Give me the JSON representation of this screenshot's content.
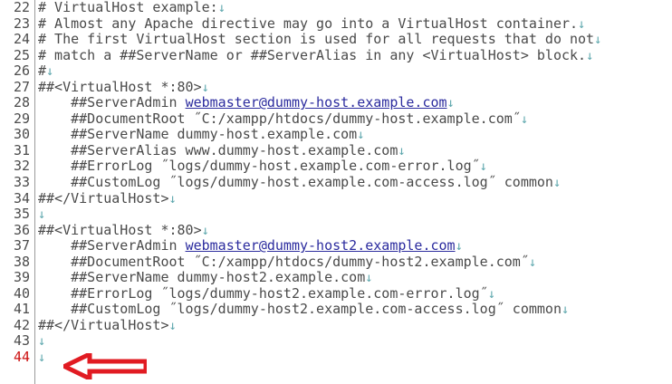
{
  "editor": {
    "app": "text-editor",
    "current_line_number": 44,
    "eol_symbol": "↓",
    "colors": {
      "background": "#ffffff",
      "text": "#4a4a4a",
      "line_number": "#4c4c4c",
      "current_line_number": "#cc1111",
      "link": "#2b2b9e",
      "eol_marker": "#5fa8ae",
      "gutter_rule": "#9a9a9a",
      "annotation_arrow": "#e11b22"
    },
    "annotation": {
      "type": "left-arrow",
      "color": "#e11b22",
      "points_at_line": 44
    },
    "lines": [
      {
        "number": 22,
        "text": "# VirtualHost example:",
        "eol": true
      },
      {
        "number": 23,
        "text": "# Almost any Apache directive may go into a VirtualHost container.",
        "eol": true
      },
      {
        "number": 24,
        "text": "# The first VirtualHost section is used for all requests that do not",
        "eol": true
      },
      {
        "number": 25,
        "text": "# match a ##ServerName or ##ServerAlias in any <VirtualHost> block.",
        "eol": true
      },
      {
        "number": 26,
        "text": "#",
        "eol": true
      },
      {
        "number": 27,
        "text": "##<VirtualHost *:80>",
        "eol": true
      },
      {
        "number": 28,
        "pre": "    ##ServerAdmin ",
        "link": "webmaster@dummy-host.example.com",
        "post": "",
        "eol": true
      },
      {
        "number": 29,
        "text": "    ##DocumentRoot ˝C:/xampp/htdocs/dummy-host.example.com˝",
        "eol": true
      },
      {
        "number": 30,
        "text": "    ##ServerName dummy-host.example.com",
        "eol": true
      },
      {
        "number": 31,
        "text": "    ##ServerAlias www.dummy-host.example.com",
        "eol": true
      },
      {
        "number": 32,
        "text": "    ##ErrorLog ˝logs/dummy-host.example.com-error.log˝",
        "eol": true
      },
      {
        "number": 33,
        "text": "    ##CustomLog ˝logs/dummy-host.example.com-access.log˝ common",
        "eol": true
      },
      {
        "number": 34,
        "text": "##</VirtualHost>",
        "eol": true
      },
      {
        "number": 35,
        "text": "",
        "eol": true
      },
      {
        "number": 36,
        "text": "##<VirtualHost *:80>",
        "eol": true
      },
      {
        "number": 37,
        "pre": "    ##ServerAdmin ",
        "link": "webmaster@dummy-host2.example.com",
        "post": "",
        "eol": true
      },
      {
        "number": 38,
        "text": "    ##DocumentRoot ˝C:/xampp/htdocs/dummy-host2.example.com˝",
        "eol": true
      },
      {
        "number": 39,
        "text": "    ##ServerName dummy-host2.example.com",
        "eol": true
      },
      {
        "number": 40,
        "text": "    ##ErrorLog ˝logs/dummy-host2.example.com-error.log˝",
        "eol": true
      },
      {
        "number": 41,
        "text": "    ##CustomLog ˝logs/dummy-host2.example.com-access.log˝ common",
        "eol": true
      },
      {
        "number": 42,
        "text": "##</VirtualHost>",
        "eol": true
      },
      {
        "number": 43,
        "text": "",
        "eol": true
      },
      {
        "number": 44,
        "text": "",
        "eol": true
      }
    ]
  }
}
